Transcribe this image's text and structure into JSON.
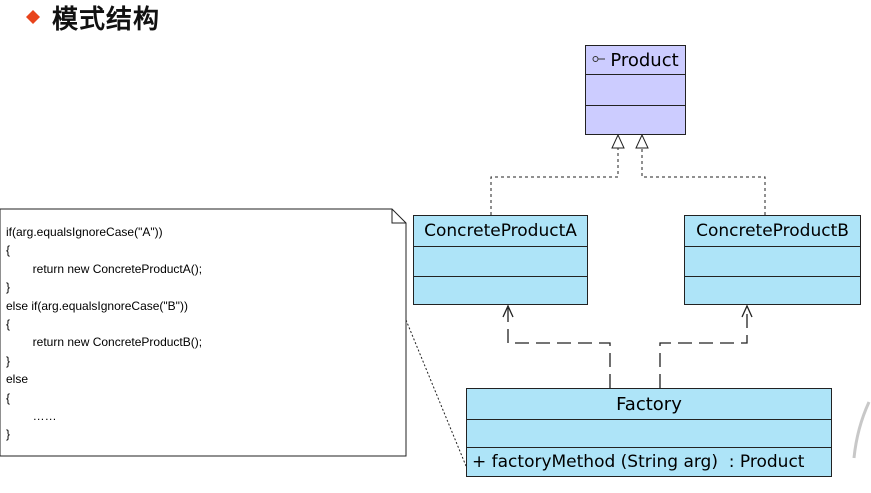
{
  "slide": {
    "title": "模式结构"
  },
  "diagram": {
    "product": {
      "name": "Product"
    },
    "concrete_a": {
      "name": "ConcreteProductA"
    },
    "concrete_b": {
      "name": "ConcreteProductB"
    },
    "factory": {
      "name": "Factory",
      "operation": "+ factoryMethod (String arg)  : Product"
    },
    "note_lines": [
      "if(arg.equalsIgnoreCase(\"A\"))",
      "{",
      "        return new ConcreteProductA();",
      "}",
      "else if(arg.equalsIgnoreCase(\"B\"))",
      "{",
      "        return new ConcreteProductB();",
      "}",
      "else",
      "{",
      "        ……",
      "}"
    ]
  },
  "colors": {
    "bullet": "#e8441c",
    "interface_fill": "#ccccff",
    "class_fill": "#aee4f8"
  }
}
